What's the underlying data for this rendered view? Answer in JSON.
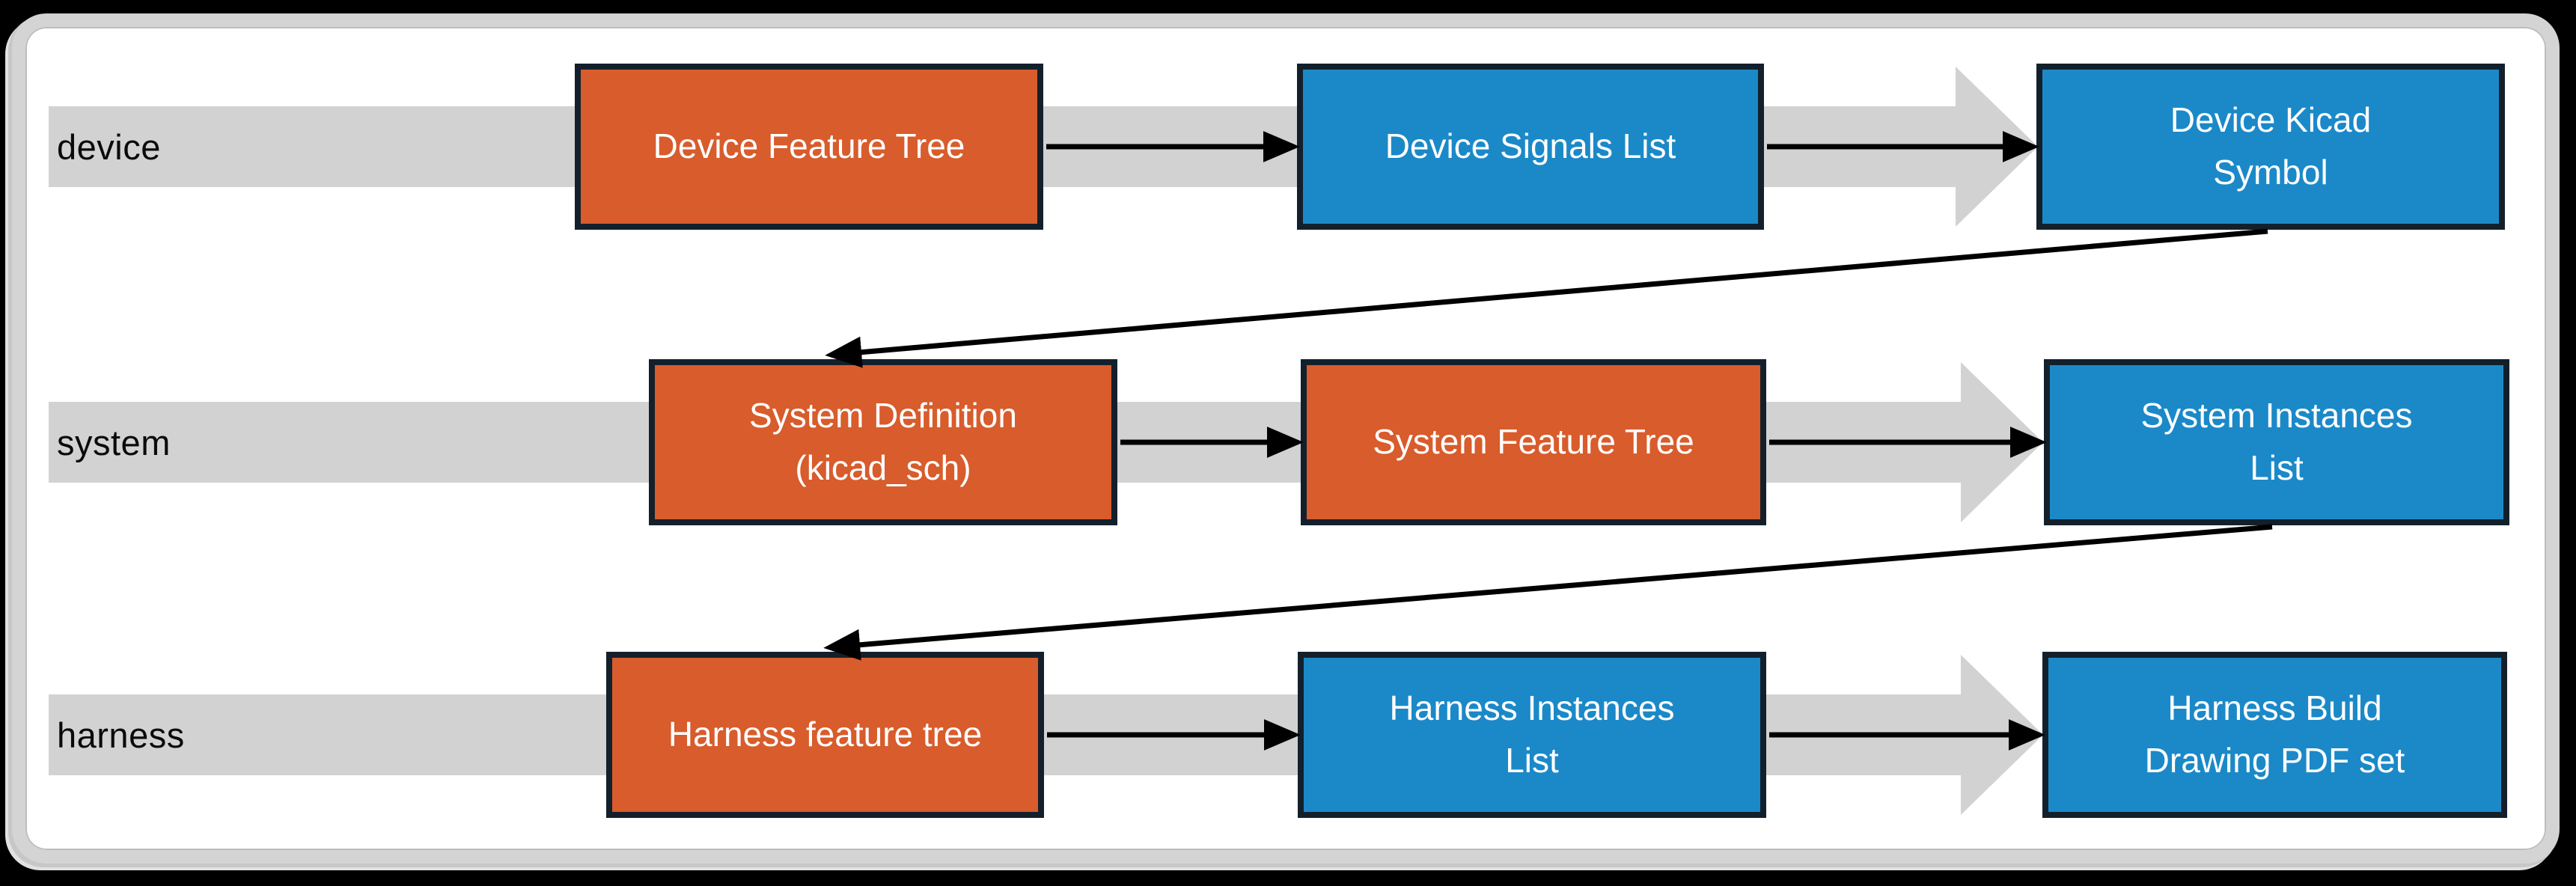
{
  "slide": {
    "background_color": "#ffffff",
    "frame_color": "#d4d4d4",
    "outer_background": "#000000"
  },
  "colors": {
    "orange_box": "#d85c2c",
    "blue_box": "#1b89c8",
    "box_border": "#13202c",
    "lane_band_gray": "#d2d2d2",
    "connector_black": "#000000",
    "box_text": "#ffffff",
    "lane_text": "#0a0a0a"
  },
  "rows": [
    {
      "label": "device",
      "boxes": [
        {
          "label": "Device Feature Tree",
          "color": "orange",
          "lines": [
            "Device Feature Tree"
          ]
        },
        {
          "label": "Device Signals List",
          "color": "blue",
          "lines": [
            "Device Signals List"
          ]
        },
        {
          "label": "Device Kicad Symbol",
          "color": "blue",
          "lines": [
            "Device Kicad",
            "Symbol"
          ]
        }
      ]
    },
    {
      "label": "system",
      "boxes": [
        {
          "label": "System Definition (kicad_sch)",
          "color": "orange",
          "lines": [
            "System Definition",
            "(kicad_sch)"
          ]
        },
        {
          "label": "System Feature Tree",
          "color": "orange",
          "lines": [
            "System Feature Tree"
          ]
        },
        {
          "label": "System Instances List",
          "color": "blue",
          "lines": [
            "System Instances",
            "List"
          ]
        }
      ]
    },
    {
      "label": "harness",
      "boxes": [
        {
          "label": "Harness feature tree",
          "color": "orange",
          "lines": [
            "Harness feature tree"
          ]
        },
        {
          "label": "Harness Instances List",
          "color": "blue",
          "lines": [
            "Harness Instances",
            "List"
          ]
        },
        {
          "label": "Harness Build Drawing PDF set",
          "color": "blue",
          "lines": [
            "Harness Build",
            "Drawing PDF set"
          ]
        }
      ]
    }
  ],
  "connectors": [
    {
      "from": "Device Feature Tree",
      "to": "Device Signals List"
    },
    {
      "from": "Device Signals List",
      "to": "Device Kicad Symbol"
    },
    {
      "from": "Device Kicad Symbol",
      "to": "System Definition (kicad_sch)"
    },
    {
      "from": "System Definition (kicad_sch)",
      "to": "System Feature Tree"
    },
    {
      "from": "System Feature Tree",
      "to": "System Instances List"
    },
    {
      "from": "System Instances List",
      "to": "Harness feature tree"
    },
    {
      "from": "Harness feature tree",
      "to": "Harness Instances List"
    },
    {
      "from": "Harness Instances List",
      "to": "Harness Build Drawing PDF set"
    }
  ]
}
